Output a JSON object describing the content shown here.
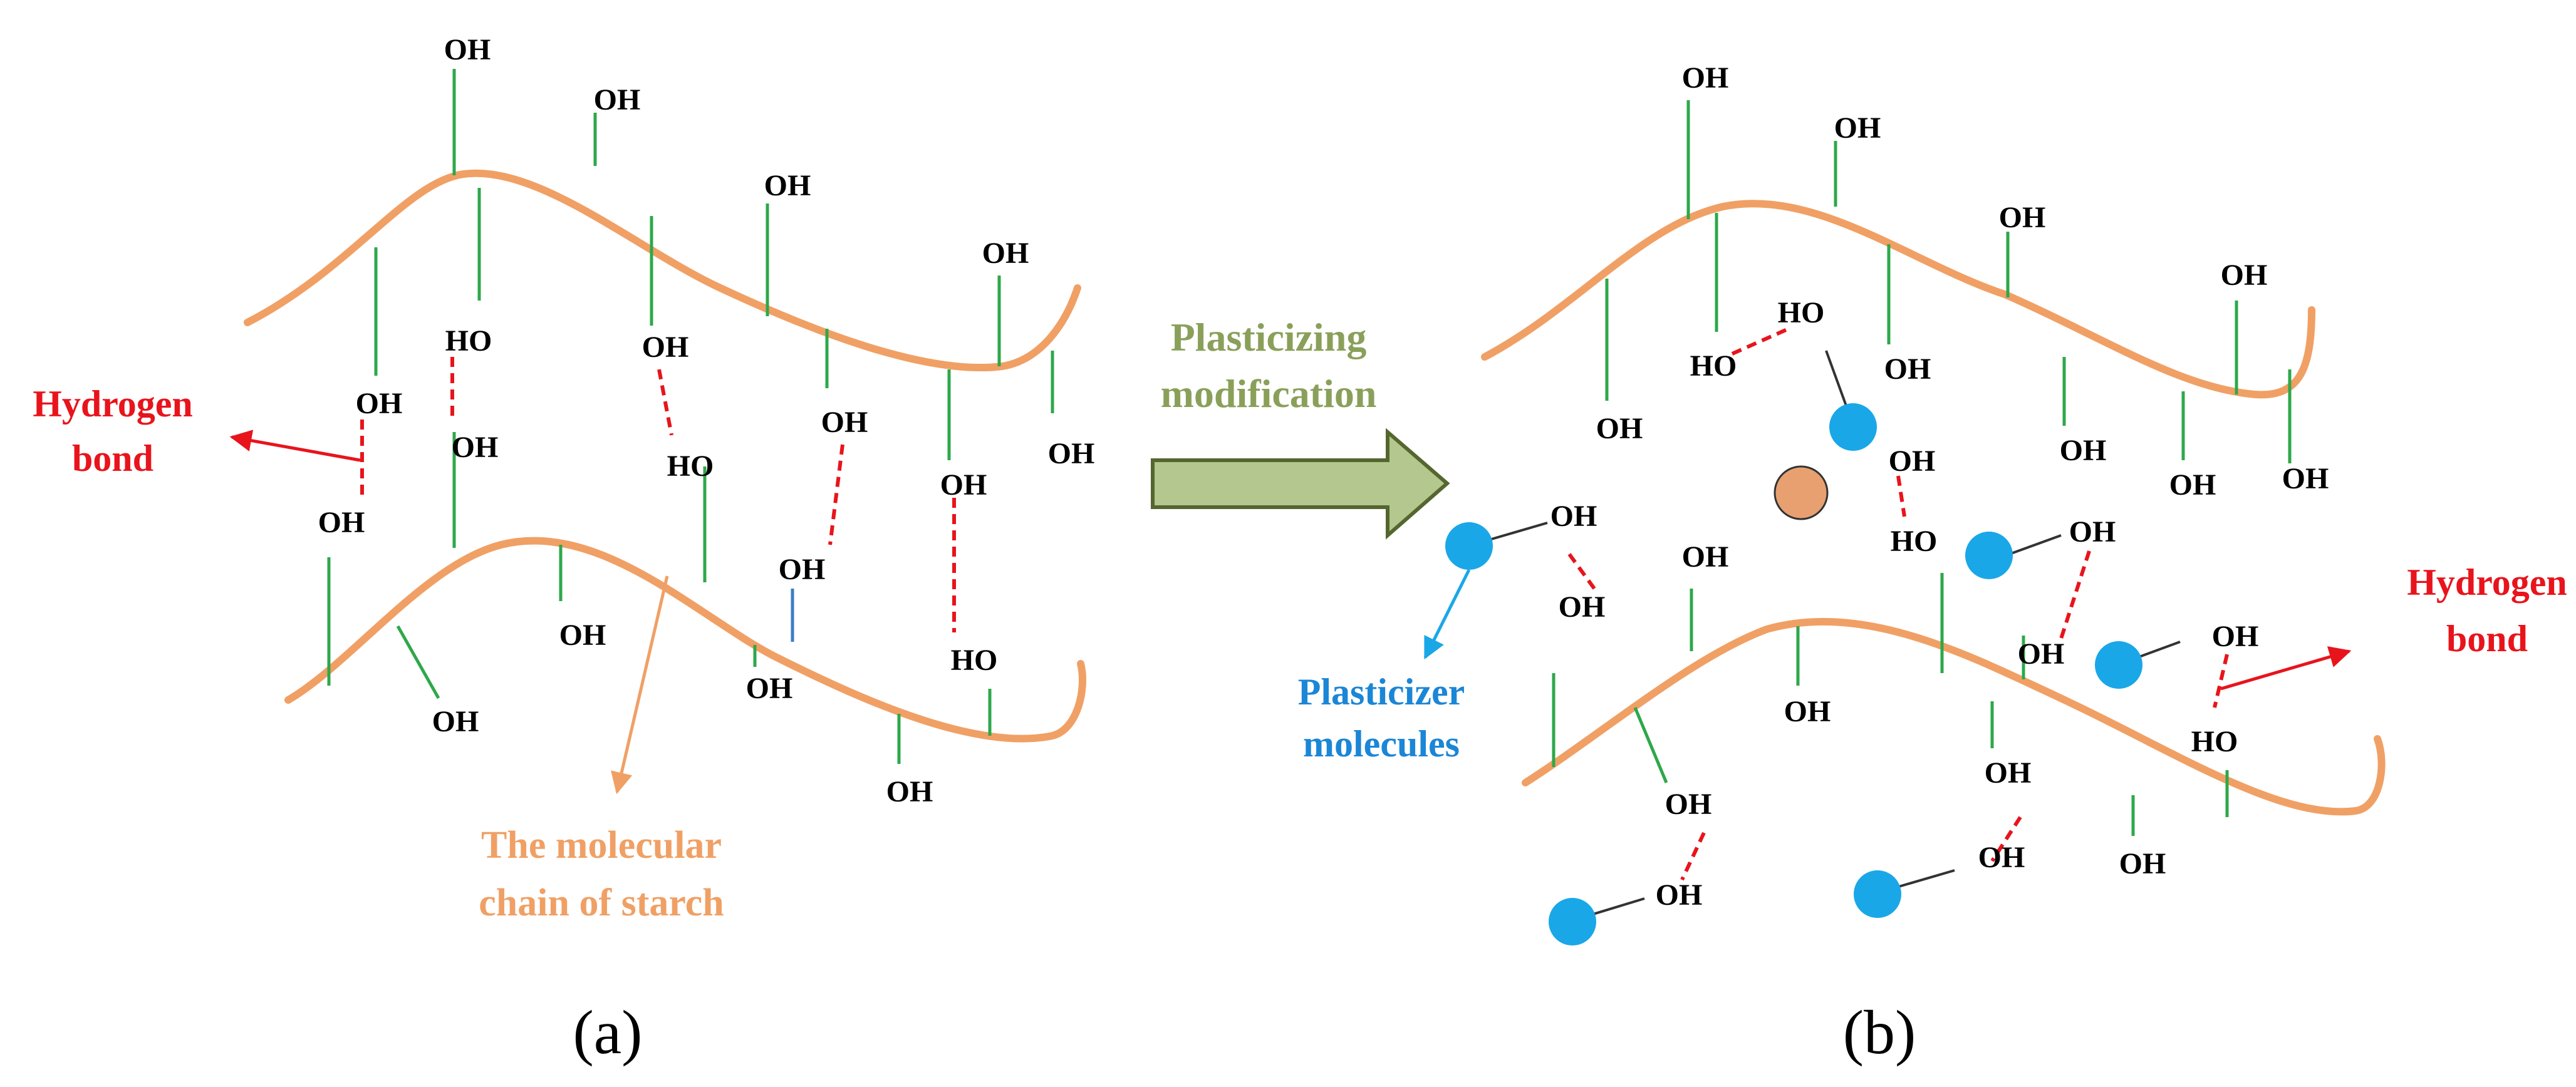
{
  "colors": {
    "chain": "#f0a065",
    "stick": "#2ea84a",
    "hbond": "#e8141c",
    "plasticizer": "#1aa7e8",
    "label_red": "#e8141c",
    "label_green": "#8aa05a",
    "label_blue": "#1b86d6",
    "label_orange": "#f0a065",
    "arrow_fill": "#b3c78f",
    "arrow_stroke": "#55662f",
    "center_circle": "#e8a070"
  },
  "group_label": "OH",
  "group_label_rev": "HO",
  "panel_a": {
    "hydrogen_bond_label": [
      "Hydrogen",
      "bond"
    ],
    "starch_chain_label": [
      "The molecular",
      "chain of starch"
    ],
    "caption": "(a)"
  },
  "arrow": {
    "label": [
      "Plasticizing",
      "modification"
    ]
  },
  "panel_b": {
    "plasticizer_label": [
      "Plasticizer",
      "molecules"
    ],
    "hydrogen_bond_label": [
      "Hydrogen",
      "bond"
    ],
    "caption": "(b)"
  }
}
